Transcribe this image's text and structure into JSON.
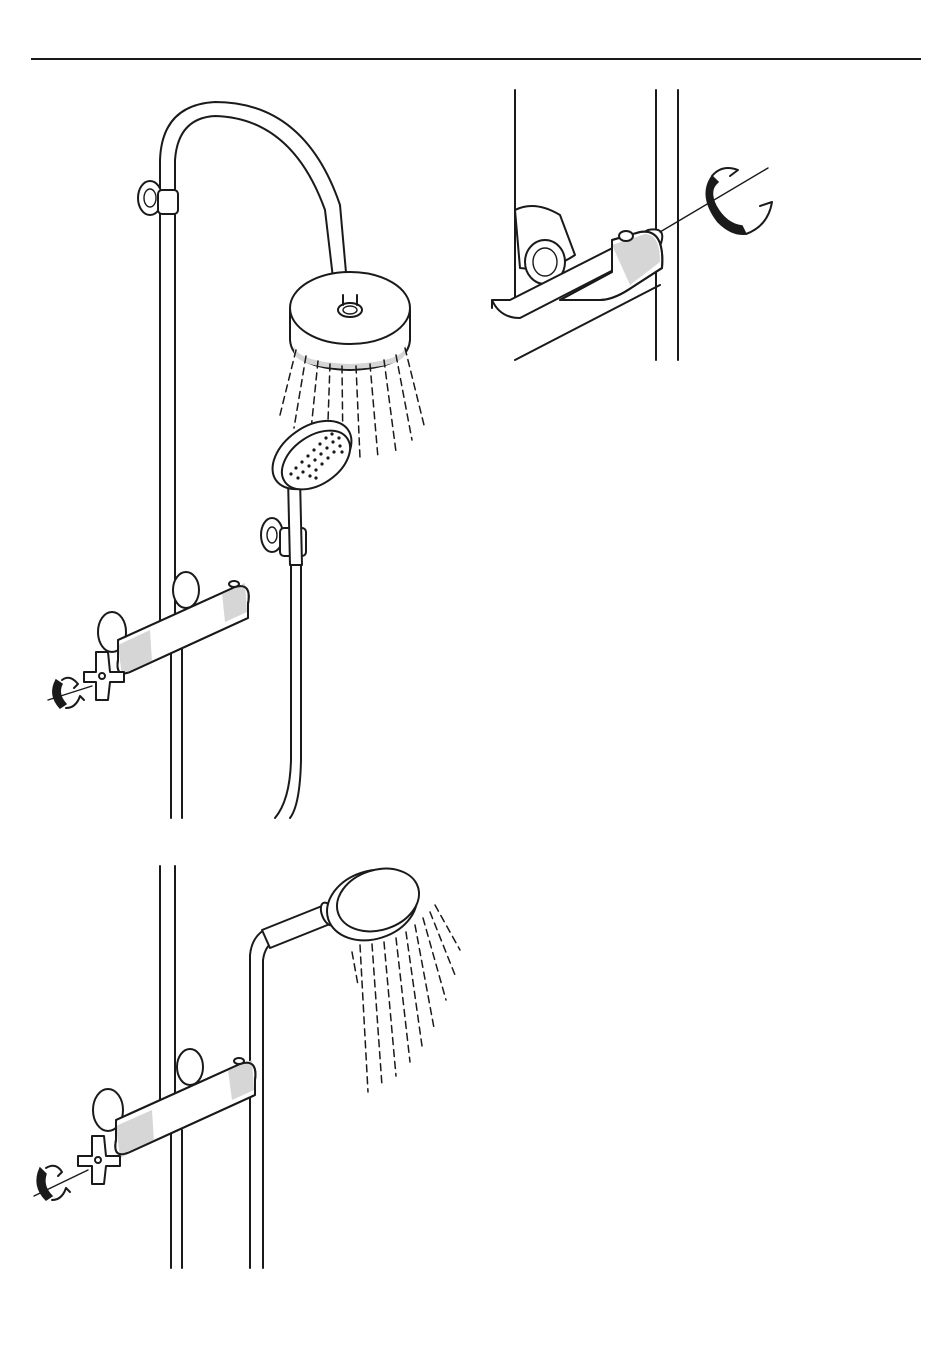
{
  "page": {
    "background": "#ffffff",
    "line_color": "#1a1a1a",
    "accent_grey": "#d6d6d6"
  },
  "figures": [
    {
      "id": "shower-system-overhead",
      "icons": [
        "shower-rail",
        "overhead-shower-icon",
        "hand-shower-icon",
        "thermostat-mixer-icon",
        "cross-handle-icon",
        "rotate-arrow-icon"
      ]
    },
    {
      "id": "thermostat-detail",
      "icons": [
        "thermostat-mixer-icon",
        "rotate-arrow-icon"
      ]
    },
    {
      "id": "shower-system-hand-shower",
      "icons": [
        "shower-rail",
        "hand-shower-icon",
        "thermostat-mixer-icon",
        "cross-handle-icon",
        "rotate-arrow-icon"
      ]
    }
  ]
}
